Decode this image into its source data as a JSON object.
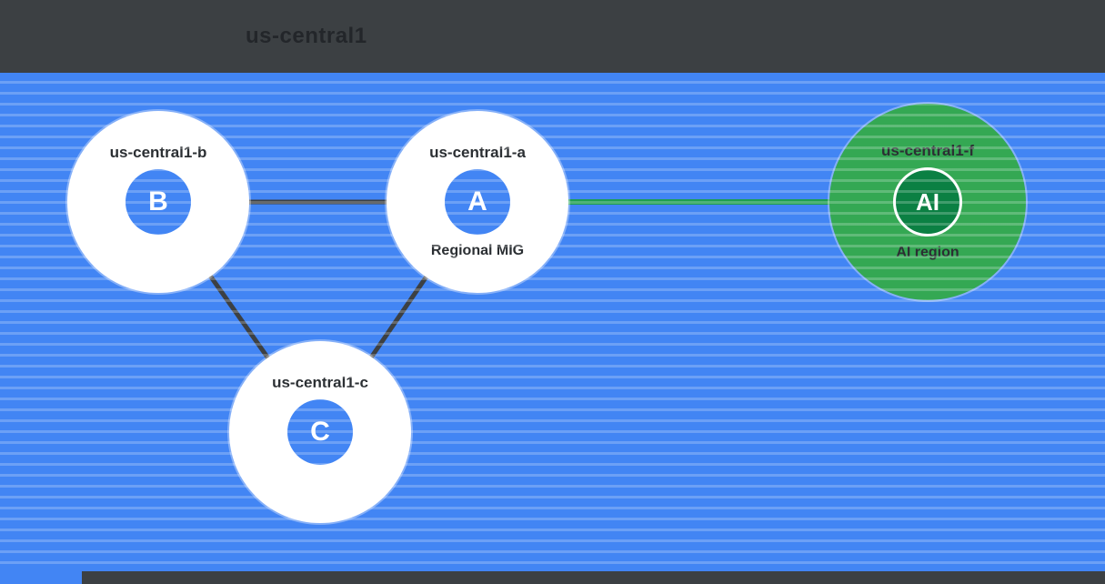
{
  "header": {
    "title": "us-central1"
  },
  "diagram": {
    "type": "region-zones-topology",
    "zones": [
      {
        "id": "b",
        "label": "us-central1-b",
        "letter": "B",
        "sub": "",
        "color": "#4285f4"
      },
      {
        "id": "a",
        "label": "us-central1-a",
        "letter": "A",
        "sub": "Regional MIG",
        "color": "#4285f4"
      },
      {
        "id": "c",
        "label": "us-central1-c",
        "letter": "C",
        "sub": "",
        "color": "#4285f4"
      },
      {
        "id": "ai",
        "label": "us-central1-f",
        "letter": "AI",
        "sub": "AI region",
        "color": "#34a853"
      }
    ],
    "edges": [
      {
        "from": "B",
        "to": "A",
        "color": "#3c4043"
      },
      {
        "from": "B",
        "to": "C",
        "color": "#3c4043"
      },
      {
        "from": "A",
        "to": "C",
        "color": "#3c4043"
      },
      {
        "from": "A",
        "to": "AI",
        "color": "#1e9e50"
      }
    ],
    "colors": {
      "region_background": "#4285f4",
      "banner": "#3c4043",
      "zone_circle": "#ffffff",
      "zone_node_blue": "#4285f4",
      "ai_zone_circle": "#34a853",
      "ai_node_green": "#0b8043",
      "dark_line": "#3c4043",
      "green_line": "#1e9e50",
      "label_text": "#2b2f33"
    }
  }
}
